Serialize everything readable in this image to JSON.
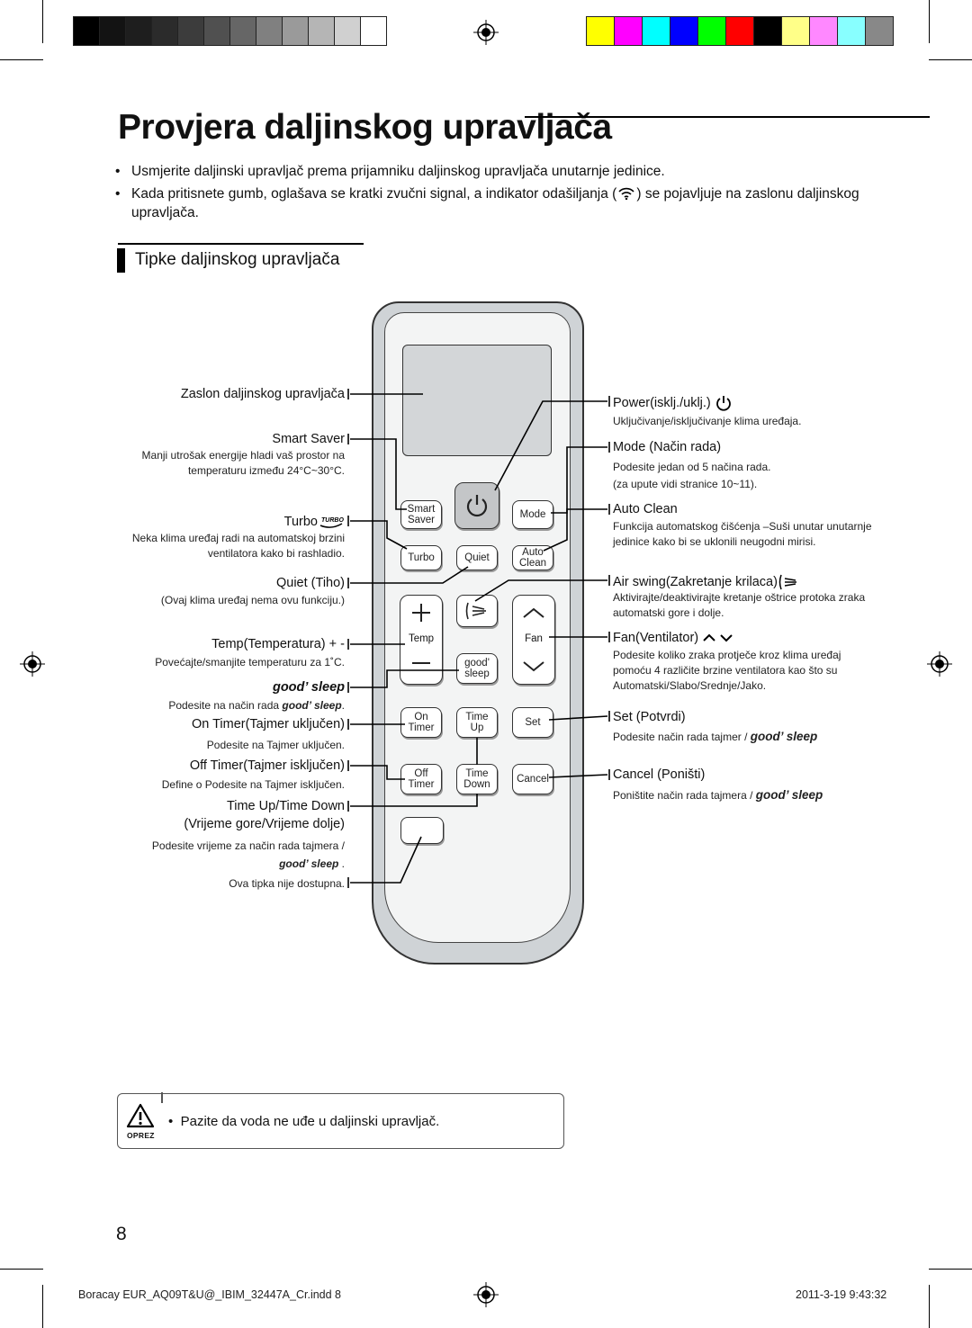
{
  "colors": {
    "gray_bar": [
      "#000000",
      "#131313",
      "#1e1e1e",
      "#2b2b2b",
      "#3c3c3c",
      "#505050",
      "#666666",
      "#808080",
      "#9a9a9a",
      "#b5b5b5",
      "#d0d0d0",
      "#ffffff"
    ],
    "color_bar": [
      "#ffff00",
      "#ff00ff",
      "#00ffff",
      "#0000ff",
      "#00ff00",
      "#ff0000",
      "#000000",
      "#ffff88",
      "#ff88ff",
      "#88ffff",
      "#888888"
    ]
  },
  "page": {
    "title": "Provjera daljinskog upravljača",
    "bullets": [
      "Usmjerite daljinski upravljač prema prijamniku daljinskog upravljača unutarnje jedinice.",
      "Kada pritisnete gumb, oglašava se kratki zvučni signal, a indikator odašiljanja (",
      ") se pojavljuje na zaslonu daljinskog",
      "upravljača."
    ],
    "subtitle": "Tipke daljinskog upravljača"
  },
  "remote": {
    "buttons": {
      "smart_saver": "Smart\nSaver",
      "mode": "Mode",
      "turbo": "Turbo",
      "quiet": "Quiet",
      "auto_clean": "Auto\nClean",
      "temp": "Temp",
      "good_sleep": "good'\nsleep",
      "fan": "Fan",
      "on_timer": "On\nTimer",
      "time_up": "Time\nUp",
      "set": "Set",
      "off_timer": "Off\nTimer",
      "time_down": "Time\nDown",
      "cancel": "Cancel"
    }
  },
  "left_labels": {
    "display": "Zaslon daljinskog upravljača",
    "smart_saver": "Smart Saver",
    "smart_saver_desc1": "Manji utrošak energije hladi vaš prostor na",
    "smart_saver_desc2": "temperaturu između 24°C~30°C.",
    "turbo": "Turbo",
    "turbo_desc1": "Neka klima uređaj radi na automatskoj brzini",
    "turbo_desc2": "ventilatora kako bi rashladio.",
    "quiet": "Quiet (Tiho)",
    "quiet_desc": "(Ovaj klima uređaj nema ovu funkciju.)",
    "temp": "Temp(Temperatura) + -",
    "temp_desc": "Povećajte/smanjite temperaturu za 1˚C.",
    "good_sleep": "good’ sleep",
    "good_sleep_desc": "Podesite na način rada",
    "good_sleep_word": "good’ sleep",
    "on_timer": "On Timer(Tajmer uključen)",
    "on_timer_desc": "Podesite na Tajmer uključen.",
    "off_timer": "Off Timer(Tajmer isključen)",
    "off_timer_desc": "Define o Podesite na Tajmer isključen.",
    "time_updown1": "Time Up/Time Down",
    "time_updown2": "(Vrijeme gore/Vrijeme dolje)",
    "time_desc1": "Podesite vrijeme za način rada  tajmera /",
    "time_desc2": "good’ sleep",
    "unavailable": "Ova tipka nije dostupna."
  },
  "right_labels": {
    "power": "Power(isklj./uklj.)",
    "power_desc": "Uključivanje/isključivanje klima uređaja.",
    "mode": "Mode (Način rada)",
    "mode_desc1": "Podesite jedan od 5 načina rada.",
    "mode_desc2": "(za upute vidi stranice 10~11).",
    "auto_clean": "Auto Clean",
    "auto_clean_desc1": "Funkcija automatskog čišćenja –Suši unutar unutarnje",
    "auto_clean_desc2": "jedinice kako bi se uklonili neugodni mirisi.",
    "air_swing": "Air swing(Zakretanje krilaca)",
    "air_swing_desc1": "Aktivirajte/deaktivirajte kretanje oštrice protoka zraka",
    "air_swing_desc2": "automatski gore i dolje.",
    "fan": "Fan(Ventilator)",
    "fan_desc1": "Podesite koliko zraka protječe kroz klima uređaj",
    "fan_desc2": "pomoću 4 različite brzine ventilatora kao što su",
    "fan_desc3": "Automatski/Slabo/Srednje/Jako.",
    "set": "Set (Potvrdi)",
    "set_desc": "Podesite način rada tajmer /",
    "set_word": "good’ sleep",
    "cancel": "Cancel (Poništi)",
    "cancel_desc": "Poništite način rada tajmera /",
    "cancel_word": "good’ sleep"
  },
  "caution": {
    "text": "Pazite da voda ne uđe u daljinski upravljač.",
    "label": "OPREZ"
  },
  "page_number": "8",
  "footer": {
    "file": "Boracay EUR_AQ09T&U@_IBIM_32447A_Cr.indd   8",
    "date": "2011-3-19   9:43:32"
  }
}
